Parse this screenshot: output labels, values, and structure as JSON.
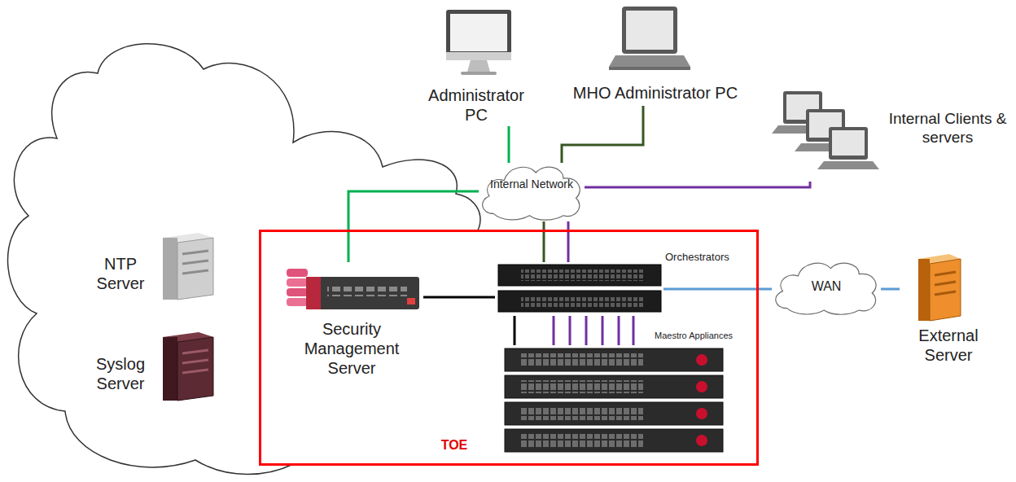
{
  "diagram": {
    "nodes": [
      {
        "text": [
          "Administrator PC"
        ]
      },
      {
        "text": [
          "MHO Administrator PC"
        ]
      },
      {
        "text": [
          "Internal Clients & servers"
        ]
      },
      {
        "text": [
          "Internal Network"
        ]
      },
      {
        "text": [
          "NTP Server"
        ]
      },
      {
        "text": [
          "Syslog Server"
        ]
      },
      {
        "text": [
          "TOE"
        ]
      },
      {
        "text": [
          "Security Management Server"
        ],
        "in": 6
      },
      {
        "text": [
          "Orchestrators"
        ],
        "in": 6
      },
      {
        "text": [
          "Maestro Appliances"
        ],
        "in": 6
      },
      {
        "text": [
          "WAN"
        ]
      },
      {
        "text": [
          "External Server"
        ]
      }
    ],
    "edges": [
      {
        "from": 0,
        "to": 3,
        "arrow": "none"
      },
      {
        "from": 1,
        "to": 3,
        "arrow": "none"
      },
      {
        "from": 2,
        "to": 3,
        "arrow": "none"
      },
      {
        "from": 3,
        "to": 7,
        "arrow": "none"
      },
      {
        "from": 3,
        "to": 8,
        "arrow": "none"
      },
      {
        "from": 3,
        "to": 8,
        "arrow": "none"
      },
      {
        "from": 7,
        "to": 8,
        "arrow": "none"
      },
      {
        "from": 8,
        "to": 9,
        "arrow": "none"
      },
      {
        "from": 8,
        "to": 9,
        "arrow": "none"
      },
      {
        "from": 8,
        "to": 9,
        "arrow": "none"
      },
      {
        "from": 8,
        "to": 9,
        "arrow": "none"
      },
      {
        "from": 8,
        "to": 9,
        "arrow": "none"
      },
      {
        "from": 8,
        "to": 9,
        "arrow": "none"
      },
      {
        "from": 8,
        "to": 9,
        "arrow": "none"
      },
      {
        "from": 8,
        "to": 10,
        "arrow": "none"
      },
      {
        "from": 10,
        "to": 11,
        "arrow": "none"
      }
    ]
  }
}
